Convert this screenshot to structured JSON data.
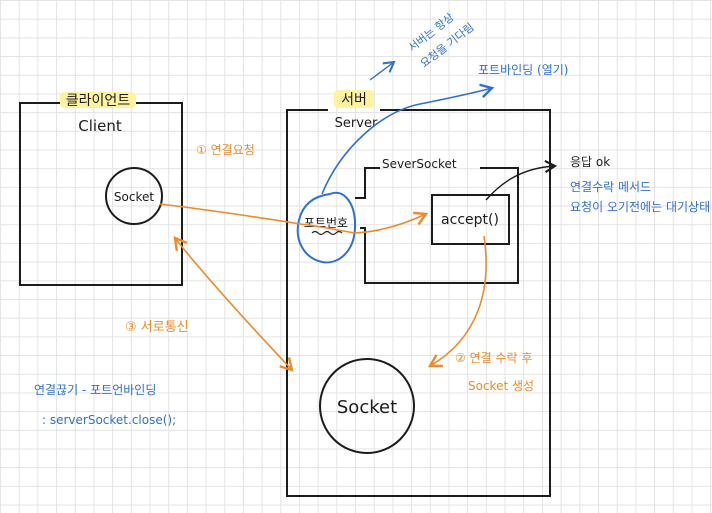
{
  "colors": {
    "ink": "#1c1c1c",
    "orange": "#ee8a2a",
    "blue": "#2f6fd6",
    "highlight": "#fff3a0"
  },
  "client": {
    "title_ko": "클라이언트",
    "title_en": "Client",
    "socket_label": "Socket"
  },
  "server": {
    "title_ko": "서버",
    "title_en": "Server",
    "server_socket_label": "SeverSocket",
    "port_label": "포트번호",
    "accept_label": "accept()",
    "socket_label": "Socket"
  },
  "annotations": {
    "connect_request": "① 연결요청",
    "response_ok": "응답 ok",
    "accept_desc_line1": "연결수락 메서드",
    "accept_desc_line2": "요청이 오기전에는 대기상태",
    "port_binding": "포트바인딩 (열기)",
    "server_wait_line1": "서버는 항상",
    "server_wait_line2": "요청을 기다림",
    "after_accept_line1": "② 연결 수락 후",
    "after_accept_line2": "Socket 생성",
    "communication": "③ 서로통신",
    "close_line1": "연결끊기 - 포트언바인딩",
    "close_line2": ": serverSocket.close();"
  }
}
